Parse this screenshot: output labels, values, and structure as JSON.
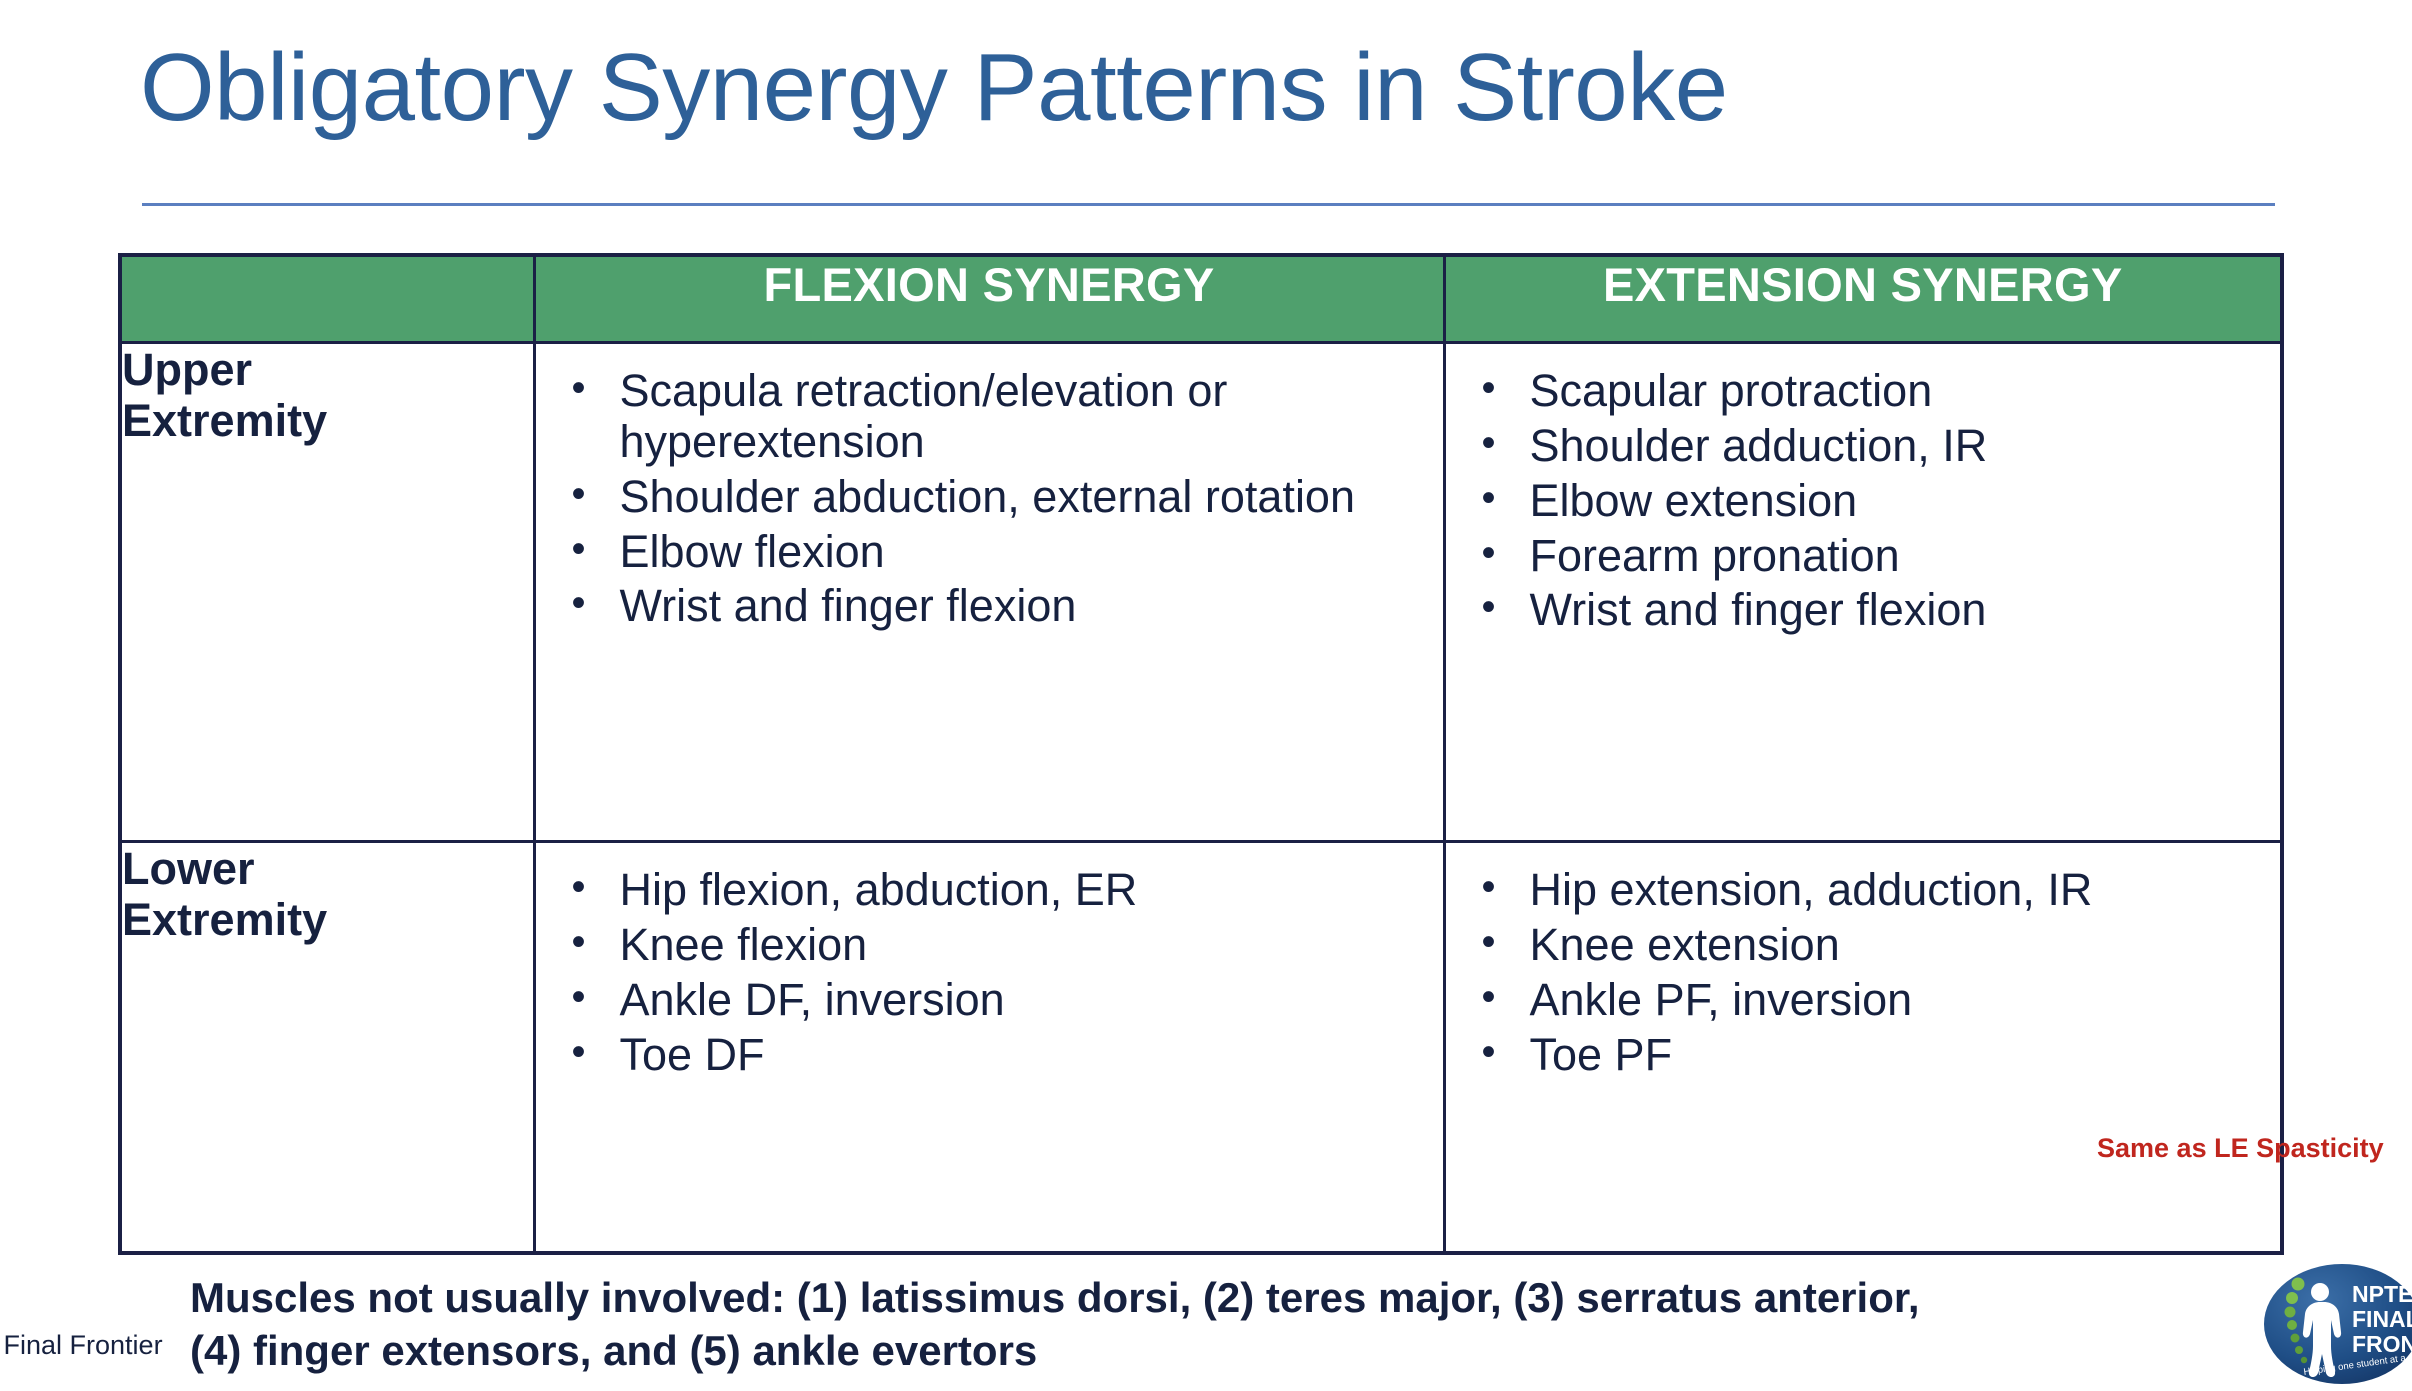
{
  "slide": {
    "title": "Obligatory Synergy Patterns in Stroke"
  },
  "colors": {
    "title": "#2E6098",
    "header_green": "#4FA06D",
    "text_navy": "#16213F",
    "annotation_red": "#C0261E",
    "rule_blue": "#5B7FC0"
  },
  "table": {
    "headers": {
      "blank": "",
      "flexion": "FLEXION SYNERGY",
      "extension": "EXTENSION SYNERGY"
    },
    "rows": [
      {
        "label_line1": "Upper",
        "label_line2": "Extremity",
        "flexion": [
          "Scapula retraction/elevation or hyperextension",
          "Shoulder abduction, external rotation",
          "Elbow flexion",
          "Wrist and finger flexion"
        ],
        "extension": [
          "Scapular protraction",
          "Shoulder adduction, IR",
          "Elbow extension",
          "Forearm pronation",
          "Wrist and finger flexion"
        ]
      },
      {
        "label_line1": "Lower",
        "label_line2": "Extremity",
        "flexion": [
          "Hip flexion, abduction, ER",
          "Knee flexion",
          "Ankle DF, inversion",
          "Toe DF"
        ],
        "extension": [
          "Hip extension, adduction, IR",
          "Knee extension",
          "Ankle PF, inversion",
          "Toe PF"
        ]
      }
    ]
  },
  "annotation": {
    "spasticity_note": "Same as LE Spasticity"
  },
  "footer": {
    "line1": "Muscles not usually involved: (1) latissimus dorsi, (2) teres major, (3) serratus anterior,",
    "line2": "(4) finger extensors, and (5) ankle evertors",
    "brand_partial": "E Final Frontier"
  },
  "logo": {
    "line1": "NPTE",
    "line2": "FINAL",
    "line3": "FRONT",
    "tagline": "Helping one student at a"
  }
}
